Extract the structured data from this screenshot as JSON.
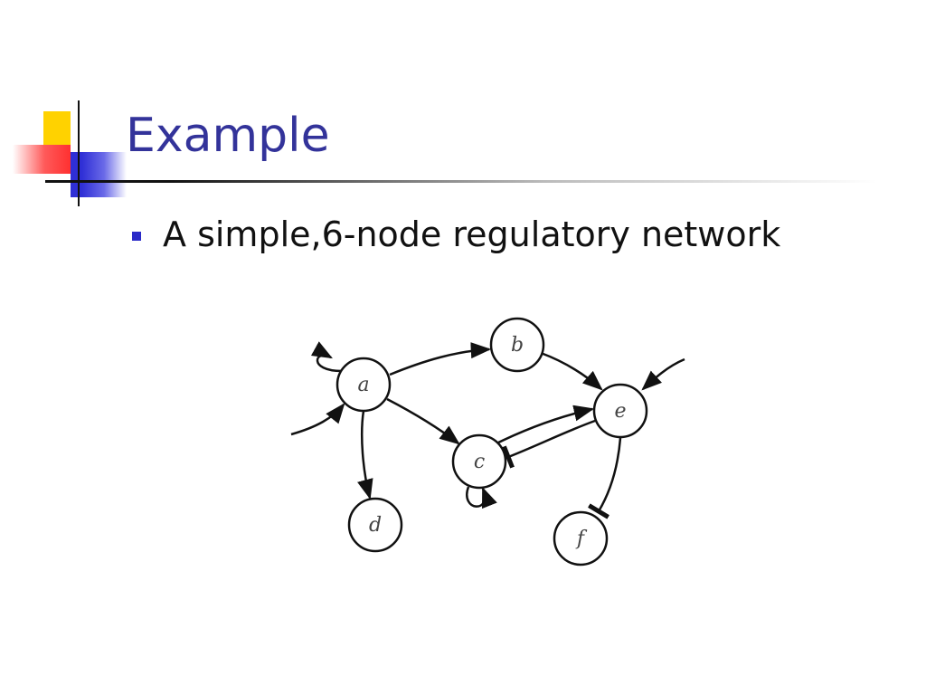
{
  "slide": {
    "title": "Example",
    "bullets": [
      "A simple,6-node regulatory network"
    ]
  },
  "diagram": {
    "nodes": [
      {
        "id": "a",
        "label": "a"
      },
      {
        "id": "b",
        "label": "b"
      },
      {
        "id": "c",
        "label": "c"
      },
      {
        "id": "d",
        "label": "d"
      },
      {
        "id": "e",
        "label": "e"
      },
      {
        "id": "f",
        "label": "f"
      }
    ],
    "edges": [
      {
        "from": "a",
        "to": "a",
        "type": "activation"
      },
      {
        "from": "input",
        "to": "a",
        "type": "activation"
      },
      {
        "from": "a",
        "to": "b",
        "type": "activation"
      },
      {
        "from": "a",
        "to": "c",
        "type": "activation"
      },
      {
        "from": "a",
        "to": "d",
        "type": "activation"
      },
      {
        "from": "b",
        "to": "e",
        "type": "activation"
      },
      {
        "from": "input",
        "to": "e",
        "type": "activation"
      },
      {
        "from": "c",
        "to": "e",
        "type": "activation"
      },
      {
        "from": "e",
        "to": "c",
        "type": "inhibition"
      },
      {
        "from": "c",
        "to": "c",
        "type": "activation"
      },
      {
        "from": "e",
        "to": "f",
        "type": "inhibition"
      }
    ]
  },
  "colors": {
    "title": "#33339a",
    "bullet": "#2a2ac8",
    "accent_yellow": "#ffd200",
    "accent_red": "#ff3030",
    "accent_blue": "#2f2fd6"
  }
}
